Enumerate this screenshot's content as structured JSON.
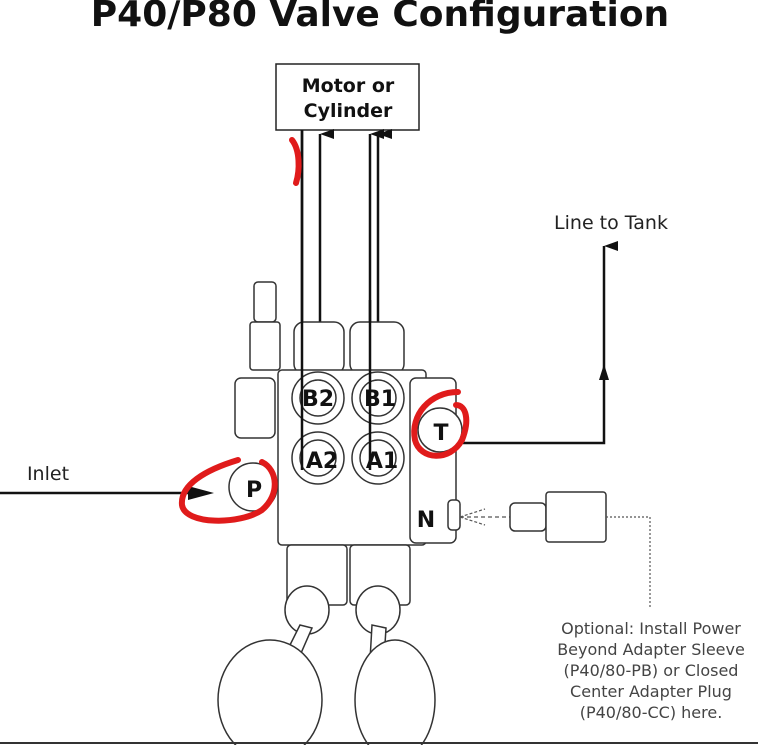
{
  "title": "P40/P80 Valve Configuration",
  "labels": {
    "motor_line1": "Motor or",
    "motor_line2": "Cylinder",
    "line_to_tank": "Line to Tank",
    "inlet": "Inlet"
  },
  "ports": {
    "b2": "B2",
    "b1": "B1",
    "a2": "A2",
    "a1": "A1",
    "t": "T",
    "p": "P",
    "n": "N"
  },
  "note": [
    "Optional: Install Power",
    "Beyond Adapter Sleeve",
    "(P40/80-PB) or Closed",
    "Center Adapter Plug",
    "(P40/80-CC) here."
  ],
  "colors": {
    "annotation": "#e01b1b"
  }
}
